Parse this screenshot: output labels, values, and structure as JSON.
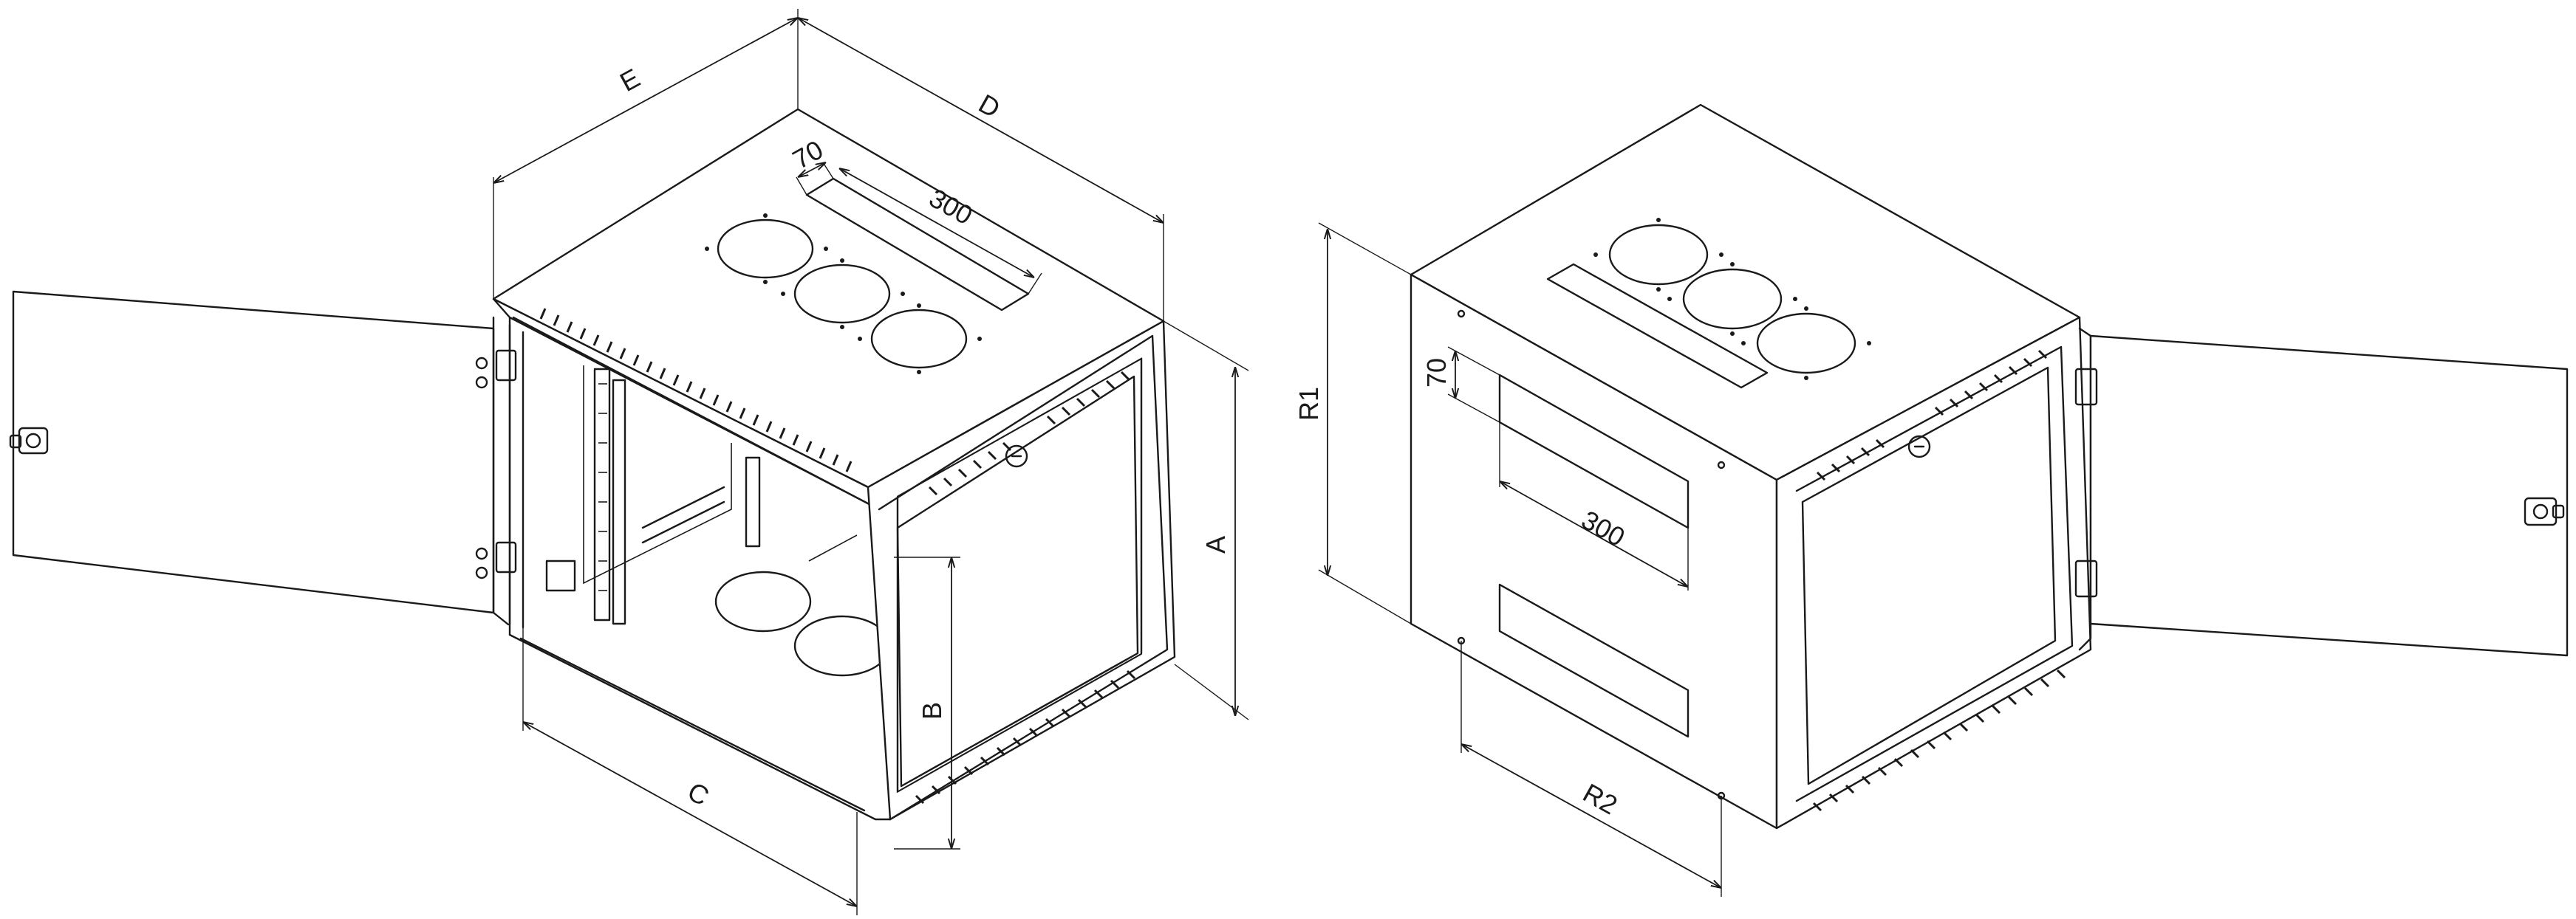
{
  "views": {
    "front": {
      "dims": {
        "E": "E",
        "D": "D",
        "A": "A",
        "B": "B",
        "C": "C",
        "gland_width": "70",
        "gland_length": "300"
      }
    },
    "rear": {
      "dims": {
        "R1": "R1",
        "R2": "R2",
        "gland_width": "70",
        "gland_length": "300"
      }
    }
  },
  "colors": {
    "line": "#1a1a1a",
    "background": "#ffffff"
  }
}
